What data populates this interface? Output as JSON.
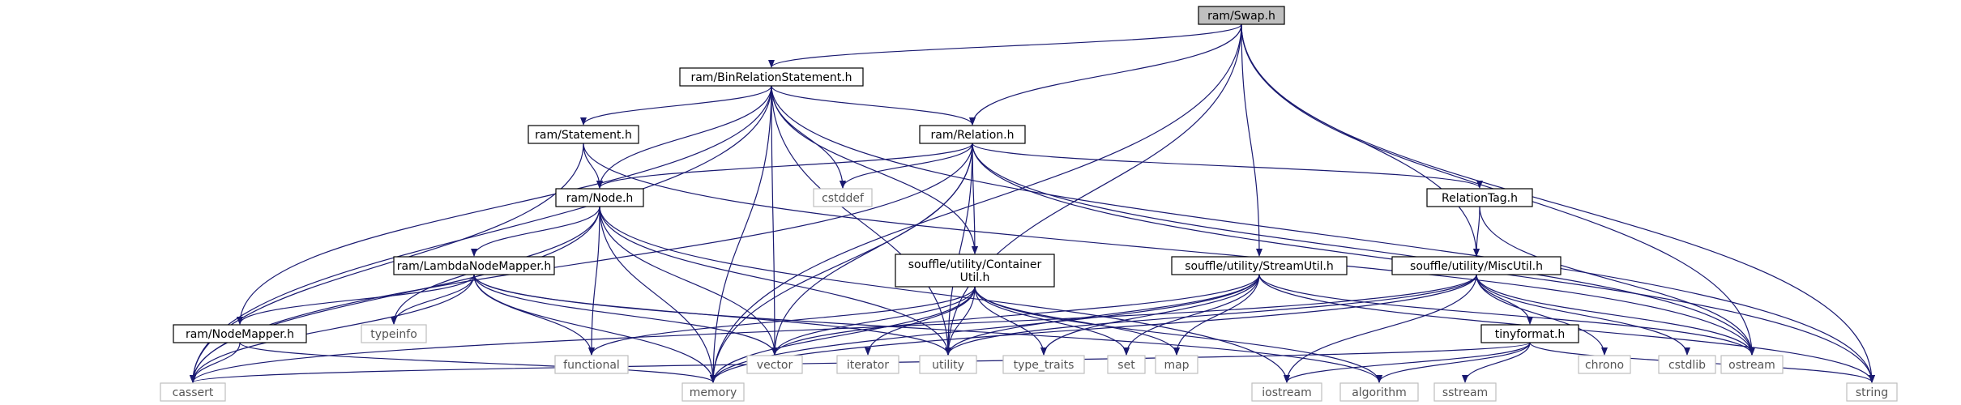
{
  "graph": {
    "colors": {
      "edge": "#191970",
      "root_fill": "#bfbfbf",
      "internal_stroke": "#000000",
      "external_stroke": "#bfbfbf",
      "internal_text": "#000000",
      "external_text": "#555555"
    },
    "nodes": [
      {
        "id": "swap",
        "label": "ram/Swap.h",
        "kind": "root"
      },
      {
        "id": "binrel",
        "label": "ram/BinRelationStatement.h",
        "kind": "internal"
      },
      {
        "id": "relation",
        "label": "ram/Relation.h",
        "kind": "internal"
      },
      {
        "id": "statement",
        "label": "ram/Statement.h",
        "kind": "internal"
      },
      {
        "id": "node",
        "label": "ram/Node.h",
        "kind": "internal"
      },
      {
        "id": "relationtag",
        "label": "RelationTag.h",
        "kind": "internal"
      },
      {
        "id": "lambdamapper",
        "label": "ram/LambdaNodeMapper.h",
        "kind": "internal"
      },
      {
        "id": "container",
        "label": [
          "souffle/utility/Container",
          "Util.h"
        ],
        "kind": "internal"
      },
      {
        "id": "streamutil",
        "label": "souffle/utility/StreamUtil.h",
        "kind": "internal"
      },
      {
        "id": "miscutil",
        "label": "souffle/utility/MiscUtil.h",
        "kind": "internal"
      },
      {
        "id": "nodemapper",
        "label": "ram/NodeMapper.h",
        "kind": "internal"
      },
      {
        "id": "tinyformat",
        "label": "tinyformat.h",
        "kind": "internal"
      },
      {
        "id": "cstddef",
        "label": "cstddef",
        "kind": "external"
      },
      {
        "id": "typeinfo",
        "label": "typeinfo",
        "kind": "external"
      },
      {
        "id": "functional",
        "label": "functional",
        "kind": "external"
      },
      {
        "id": "vector",
        "label": "vector",
        "kind": "external"
      },
      {
        "id": "iterator",
        "label": "iterator",
        "kind": "external"
      },
      {
        "id": "utility",
        "label": "utility",
        "kind": "external"
      },
      {
        "id": "type_traits",
        "label": "type_traits",
        "kind": "external"
      },
      {
        "id": "set",
        "label": "set",
        "kind": "external"
      },
      {
        "id": "map",
        "label": "map",
        "kind": "external"
      },
      {
        "id": "chrono",
        "label": "chrono",
        "kind": "external"
      },
      {
        "id": "cstdlib",
        "label": "cstdlib",
        "kind": "external"
      },
      {
        "id": "ostream",
        "label": "ostream",
        "kind": "external"
      },
      {
        "id": "cassert",
        "label": "cassert",
        "kind": "external"
      },
      {
        "id": "memory",
        "label": "memory",
        "kind": "external"
      },
      {
        "id": "iostream",
        "label": "iostream",
        "kind": "external"
      },
      {
        "id": "algorithm",
        "label": "algorithm",
        "kind": "external"
      },
      {
        "id": "sstream",
        "label": "sstream",
        "kind": "external"
      },
      {
        "id": "string",
        "label": "string",
        "kind": "external"
      }
    ],
    "edges": [
      [
        "swap",
        "binrel"
      ],
      [
        "swap",
        "relation"
      ],
      [
        "swap",
        "streamutil"
      ],
      [
        "swap",
        "miscutil"
      ],
      [
        "swap",
        "utility"
      ],
      [
        "swap",
        "memory"
      ],
      [
        "swap",
        "ostream"
      ],
      [
        "swap",
        "string"
      ],
      [
        "binrel",
        "statement"
      ],
      [
        "binrel",
        "relation"
      ],
      [
        "binrel",
        "node"
      ],
      [
        "binrel",
        "nodemapper"
      ],
      [
        "binrel",
        "container"
      ],
      [
        "binrel",
        "cstddef"
      ],
      [
        "binrel",
        "vector"
      ],
      [
        "binrel",
        "memory"
      ],
      [
        "binrel",
        "utility"
      ],
      [
        "binrel",
        "cassert"
      ],
      [
        "binrel",
        "string"
      ],
      [
        "statement",
        "node"
      ],
      [
        "statement",
        "cassert"
      ],
      [
        "statement",
        "ostream"
      ],
      [
        "relation",
        "node"
      ],
      [
        "relation",
        "relationtag"
      ],
      [
        "relation",
        "container"
      ],
      [
        "relation",
        "cstddef"
      ],
      [
        "relation",
        "vector"
      ],
      [
        "relation",
        "utility"
      ],
      [
        "relation",
        "memory"
      ],
      [
        "relation",
        "cassert"
      ],
      [
        "relation",
        "ostream"
      ],
      [
        "relation",
        "string"
      ],
      [
        "node",
        "lambdamapper"
      ],
      [
        "node",
        "typeinfo"
      ],
      [
        "node",
        "functional"
      ],
      [
        "node",
        "vector"
      ],
      [
        "node",
        "memory"
      ],
      [
        "node",
        "utility"
      ],
      [
        "node",
        "cassert"
      ],
      [
        "node",
        "iostream"
      ],
      [
        "relationtag",
        "miscutil"
      ],
      [
        "relationtag",
        "ostream"
      ],
      [
        "lambdamapper",
        "nodemapper"
      ],
      [
        "lambdamapper",
        "typeinfo"
      ],
      [
        "lambdamapper",
        "functional"
      ],
      [
        "lambdamapper",
        "vector"
      ],
      [
        "lambdamapper",
        "memory"
      ],
      [
        "lambdamapper",
        "cassert"
      ],
      [
        "lambdamapper",
        "utility"
      ],
      [
        "lambdamapper",
        "algorithm"
      ],
      [
        "nodemapper",
        "cassert"
      ],
      [
        "nodemapper",
        "memory"
      ],
      [
        "container",
        "functional"
      ],
      [
        "container",
        "vector"
      ],
      [
        "container",
        "iterator"
      ],
      [
        "container",
        "utility"
      ],
      [
        "container",
        "type_traits"
      ],
      [
        "container",
        "set"
      ],
      [
        "container",
        "map"
      ],
      [
        "container",
        "memory"
      ],
      [
        "container",
        "algorithm"
      ],
      [
        "streamutil",
        "vector"
      ],
      [
        "streamutil",
        "utility"
      ],
      [
        "streamutil",
        "type_traits"
      ],
      [
        "streamutil",
        "set"
      ],
      [
        "streamutil",
        "map"
      ],
      [
        "streamutil",
        "memory"
      ],
      [
        "streamutil",
        "ostream"
      ],
      [
        "streamutil",
        "string"
      ],
      [
        "miscutil",
        "utility"
      ],
      [
        "miscutil",
        "chrono"
      ],
      [
        "miscutil",
        "cstdlib"
      ],
      [
        "miscutil",
        "ostream"
      ],
      [
        "miscutil",
        "memory"
      ],
      [
        "miscutil",
        "iostream"
      ],
      [
        "miscutil",
        "cassert"
      ],
      [
        "miscutil",
        "tinyformat"
      ],
      [
        "tinyformat",
        "cassert"
      ],
      [
        "tinyformat",
        "iostream"
      ],
      [
        "tinyformat",
        "algorithm"
      ],
      [
        "tinyformat",
        "sstream"
      ],
      [
        "tinyformat",
        "string"
      ]
    ]
  }
}
